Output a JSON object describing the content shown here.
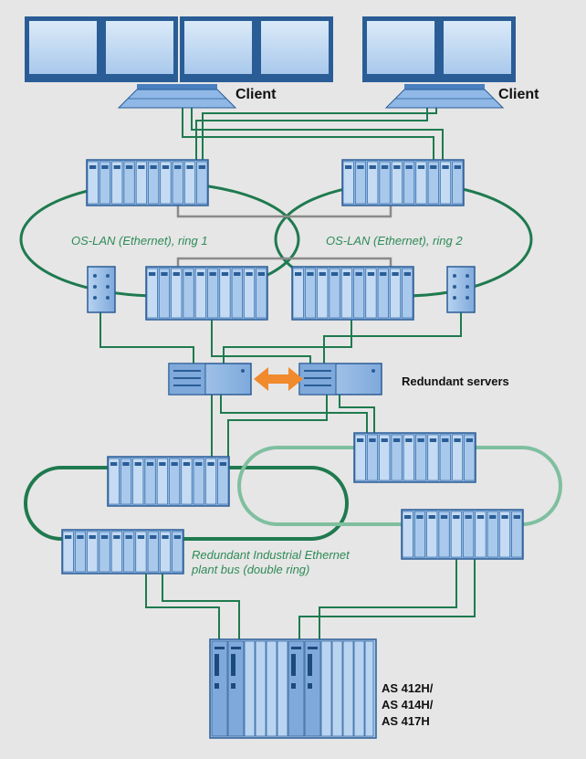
{
  "labels": {
    "client_left": "Client",
    "client_right": "Client",
    "ring1": "OS-LAN (Ethernet), ring 1",
    "ring2": "OS-LAN (Ethernet), ring 2",
    "redundant_servers": "Redundant servers",
    "plant_bus_line1": "Redundant Industrial Ethernet",
    "plant_bus_line2": "plant bus (double ring)",
    "as_line1": "AS 412H/",
    "as_line2": "AS 414H/",
    "as_line3": "AS 417H"
  },
  "colors": {
    "background": "#e6e6e6",
    "network_green": "#1f7a4f",
    "light_green": "#7fbfa0",
    "link_gray": "#8a8a8a",
    "device_blue": "#8fb8e6",
    "device_dark": "#2a5d96",
    "sync_arrow": "#f08a2c"
  },
  "icons": {
    "monitor": "monitor-icon",
    "keyboard": "keyboard-icon",
    "switch": "network-switch-icon",
    "server": "server-icon",
    "plc": "plc-rack-icon"
  }
}
